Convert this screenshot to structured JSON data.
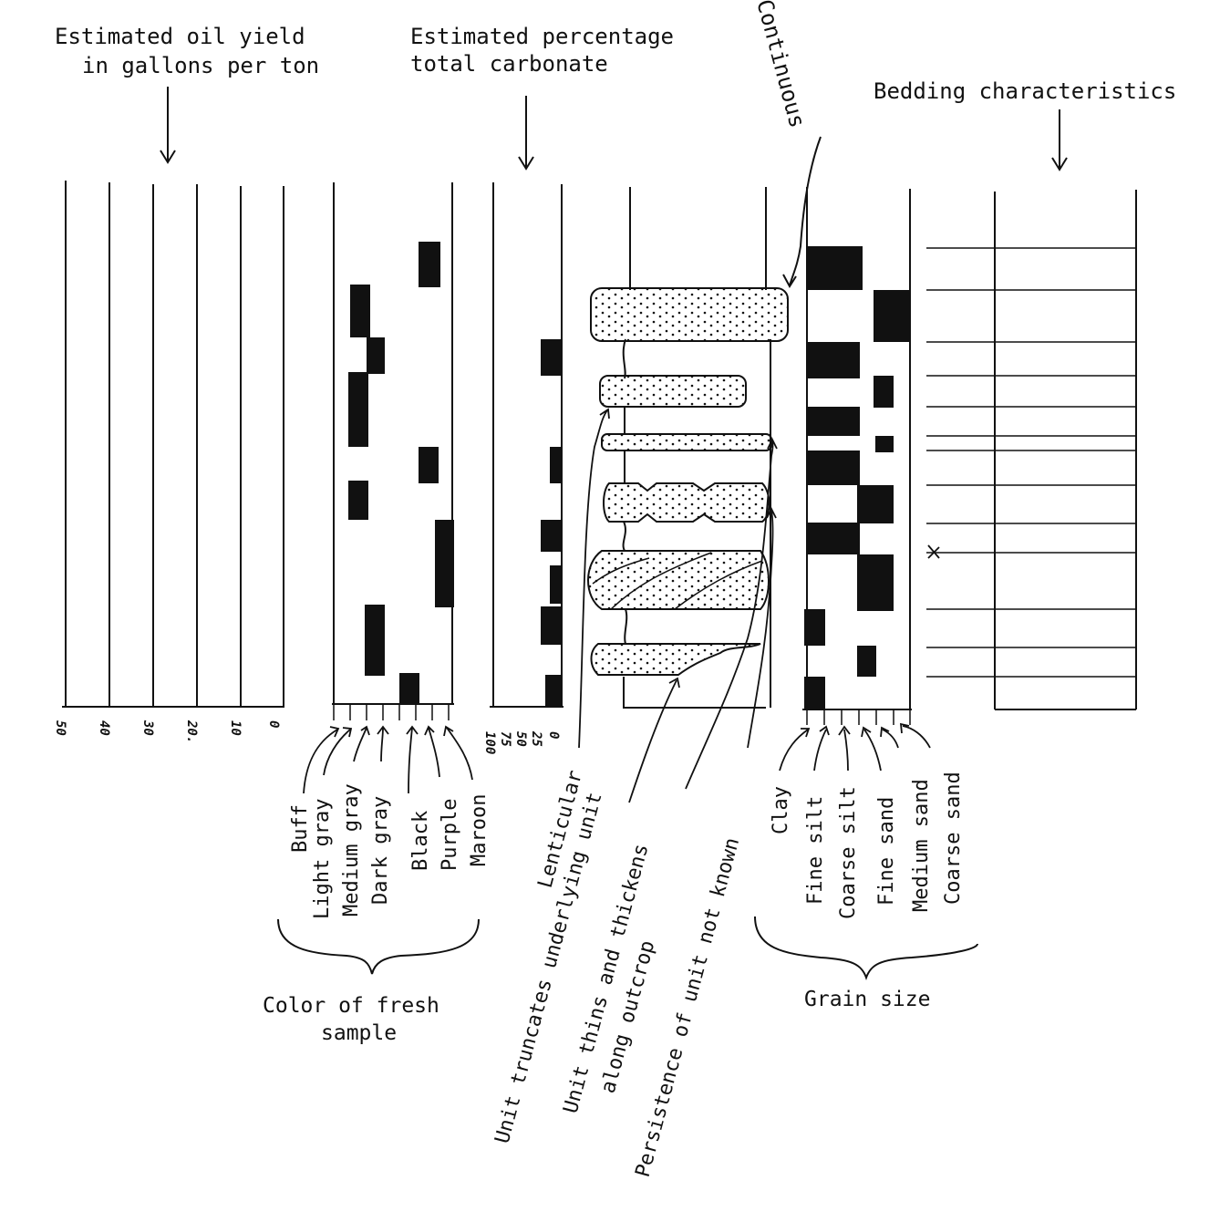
{
  "headers": {
    "oil_yield_1": "Estimated oil yield",
    "oil_yield_2": "in gallons per ton",
    "carbonate_1": "Estimated percentage",
    "carbonate_2": "total carbonate",
    "continuous": "Continuous",
    "bedding": "Bedding characteristics"
  },
  "oil_ticks": [
    "50",
    "40",
    "30",
    "20.",
    "10",
    "0"
  ],
  "carbonate_ticks": [
    "100",
    "75",
    "50",
    "25",
    "0"
  ],
  "color_labels": [
    "Buff",
    "Light gray",
    "Medium gray",
    "Dark gray",
    "Black",
    "Purple",
    "Maroon"
  ],
  "color_group": [
    "Color of fresh",
    "sample"
  ],
  "persistence_labels": [
    "Lenticular",
    "Unit truncates underlying unit",
    "Unit thins and thickens",
    "along outcrop",
    "Persistence of unit not known"
  ],
  "grain_labels": [
    "Clay",
    "Fine silt",
    "Coarse silt",
    "Fine sand",
    "Medium sand",
    "Coarse sand"
  ],
  "grain_group": "Grain size",
  "colors": {
    "ink": "#111111",
    "paper": "#ffffff"
  }
}
